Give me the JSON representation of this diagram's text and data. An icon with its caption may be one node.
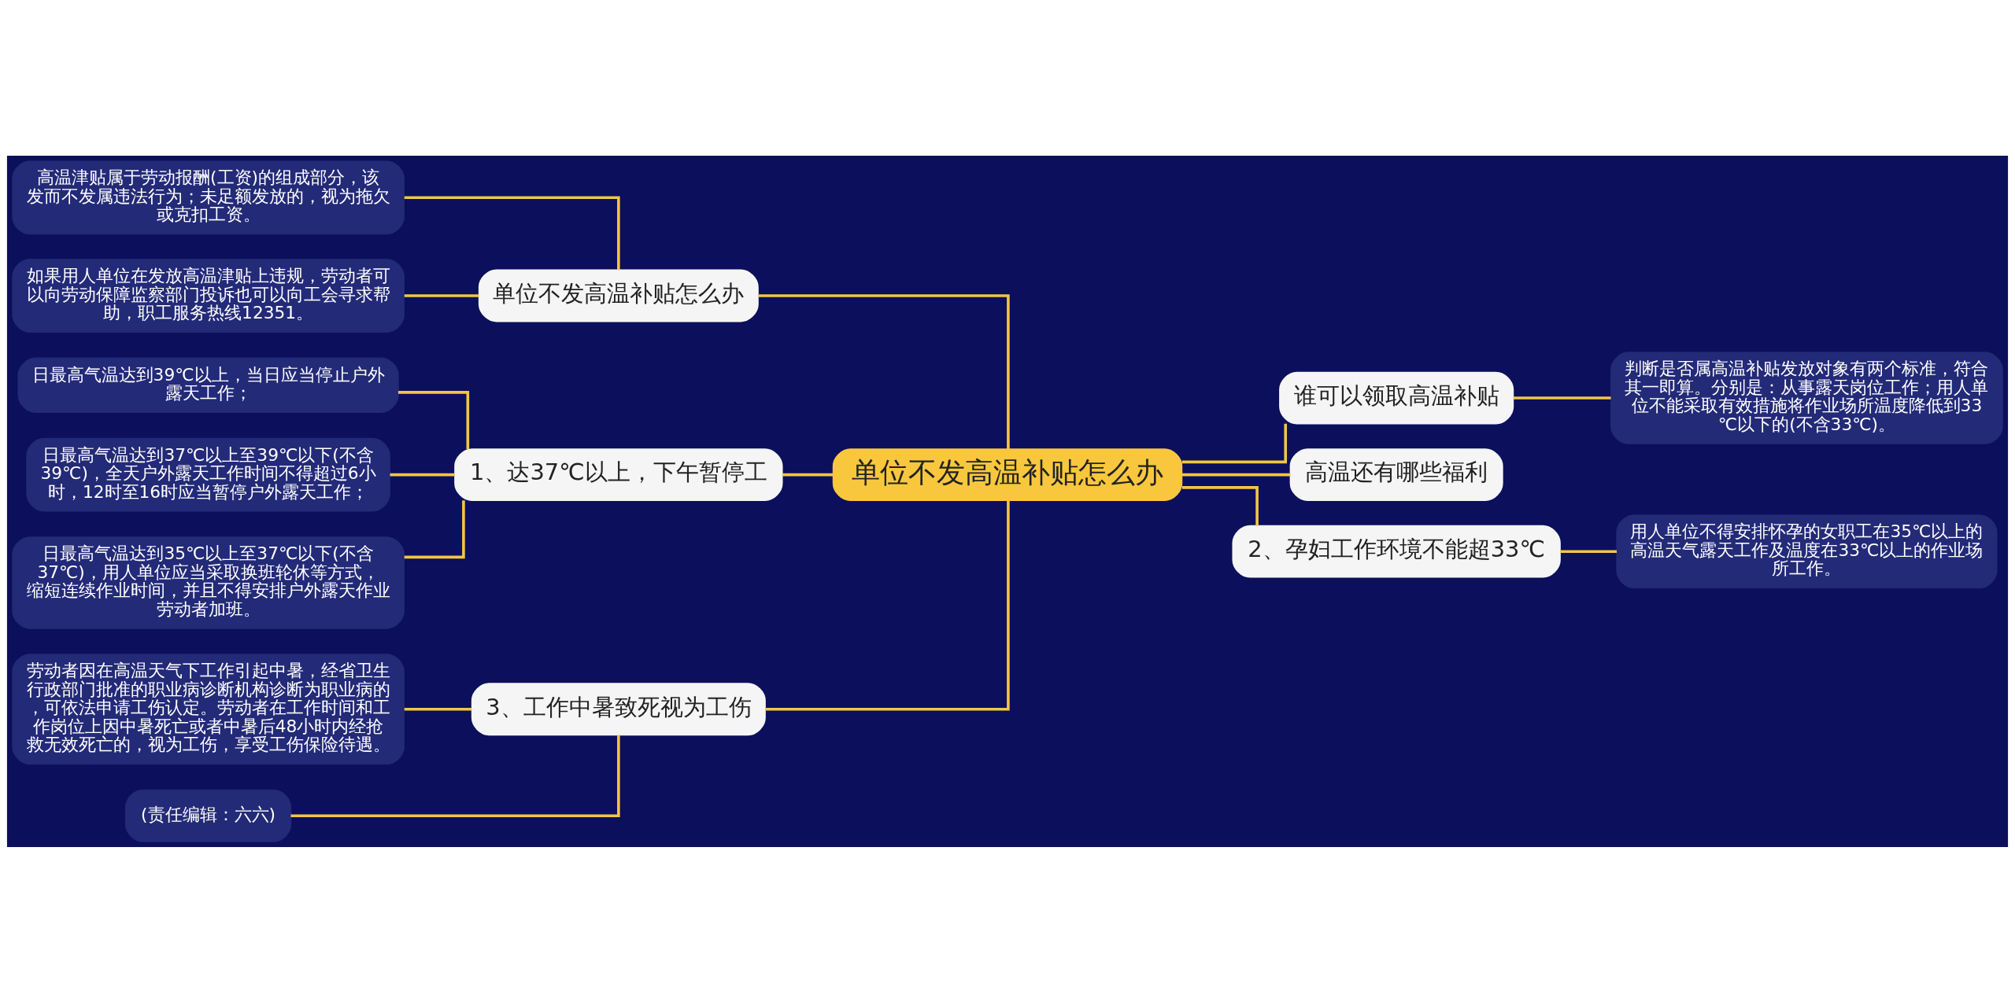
{
  "diagram": {
    "nodes": [
      {
        "text": [
          "单位不发高温补贴怎么办"
        ]
      },
      {
        "text": [
          "单位不发高温补贴怎么办"
        ]
      },
      {
        "text": [
          "高温津贴属于劳动报酬(工资)的组成部分，该发而不发属违法行为；未足额发放的，视为拖欠或克扣工资。"
        ]
      },
      {
        "text": [
          "如果用人单位在发放高温津贴上违规，劳动者可以向劳动保障监察部门投诉也可以向工会寻求帮助，职工服务热线12351。"
        ]
      },
      {
        "text": [
          "1、达37℃以上，下午暂停工"
        ]
      },
      {
        "text": [
          "日最高气温达到39℃以上，当日应当停止户外露天工作；"
        ]
      },
      {
        "text": [
          "日最高气温达到37℃以上至39℃以下(不含39℃)，全天户外露天工作时间不得超过6小时，12时至16时应当暂停户外露天工作；"
        ]
      },
      {
        "text": [
          "日最高气温达到35℃以上至37℃以下(不含37℃)，用人单位应当采取换班轮休等方式，缩短连续作业时间，并且不得安排户外露天作业劳动者加班。"
        ]
      },
      {
        "text": [
          "3、工作中暑致死视为工伤"
        ]
      },
      {
        "text": [
          "劳动者因在高温天气下工作引起中暑，经省卫生行政部门批准的职业病诊断机构诊断为职业病的，可依法申请工伤认定。劳动者在工作时间和工作岗位上因中暑死亡或者中暑后48小时内经抢救无效死亡的，视为工伤，享受工伤保险待遇。"
        ]
      },
      {
        "text": [
          "(责任编辑：六六)"
        ]
      },
      {
        "text": [
          "谁可以领取高温补贴"
        ]
      },
      {
        "text": [
          "判断是否属高温补贴发放对象有两个标准，符合其一即算。分别是：从事露天岗位工作；用人单位不能采取有效措施将作业场所温度降低到33℃以下的(不含33℃)。"
        ]
      },
      {
        "text": [
          "高温还有哪些福利"
        ]
      },
      {
        "text": [
          "2、孕妇工作环境不能超33℃"
        ]
      },
      {
        "text": [
          "用人单位不得安排怀孕的女职工在35℃以上的高温天气露天工作及温度在33℃以上的作业场所工作。"
        ]
      }
    ],
    "edges": [
      {
        "from": 0,
        "to": 1,
        "arrow": "none"
      },
      {
        "from": 1,
        "to": 2,
        "arrow": "none"
      },
      {
        "from": 1,
        "to": 3,
        "arrow": "none"
      },
      {
        "from": 0,
        "to": 4,
        "arrow": "none"
      },
      {
        "from": 4,
        "to": 5,
        "arrow": "none"
      },
      {
        "from": 4,
        "to": 6,
        "arrow": "none"
      },
      {
        "from": 4,
        "to": 7,
        "arrow": "none"
      },
      {
        "from": 0,
        "to": 8,
        "arrow": "none"
      },
      {
        "from": 8,
        "to": 9,
        "arrow": "none"
      },
      {
        "from": 8,
        "to": 10,
        "arrow": "none"
      },
      {
        "from": 0,
        "to": 11,
        "arrow": "none"
      },
      {
        "from": 11,
        "to": 12,
        "arrow": "none"
      },
      {
        "from": 0,
        "to": 13,
        "arrow": "none"
      },
      {
        "from": 0,
        "to": 14,
        "arrow": "none"
      },
      {
        "from": 14,
        "to": 15,
        "arrow": "none"
      }
    ]
  }
}
